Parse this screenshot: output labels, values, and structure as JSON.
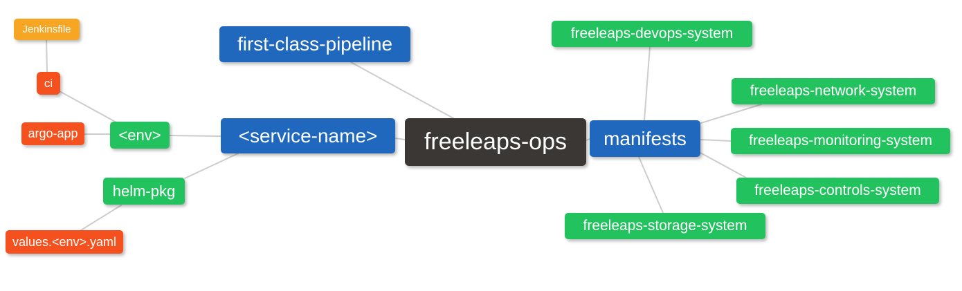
{
  "diagram": {
    "title": "freeleaps-ops mind map",
    "background": "#ffffff",
    "edge_color": "#cdcdcd",
    "palette": {
      "root": "#3b3735",
      "branch": "#2067be",
      "leaf": "#22c35f",
      "alert": "#f4511e",
      "file": "#f6a623",
      "text": "#ffffff"
    },
    "nodes": {
      "jenkinsfile": {
        "label": "Jenkinsfile",
        "kind": "file"
      },
      "ci": {
        "label": "ci",
        "kind": "alert"
      },
      "argo_app": {
        "label": "argo-app",
        "kind": "alert"
      },
      "env": {
        "label": "<env>",
        "kind": "leaf"
      },
      "helm_pkg": {
        "label": "helm-pkg",
        "kind": "leaf"
      },
      "values_env_yaml": {
        "label": "values.<env>.yaml",
        "kind": "alert"
      },
      "first_class_pipeline": {
        "label": "first-class-pipeline",
        "kind": "branch"
      },
      "service_name": {
        "label": "<service-name>",
        "kind": "branch"
      },
      "freeleaps_ops": {
        "label": "freeleaps-ops",
        "kind": "root"
      },
      "manifests": {
        "label": "manifests",
        "kind": "branch"
      },
      "devops_system": {
        "label": "freeleaps-devops-system",
        "kind": "leaf"
      },
      "network_system": {
        "label": "freeleaps-network-system",
        "kind": "leaf"
      },
      "monitoring_system": {
        "label": "freeleaps-monitoring-system",
        "kind": "leaf"
      },
      "controls_system": {
        "label": "freeleaps-controls-system",
        "kind": "leaf"
      },
      "storage_system": {
        "label": "freeleaps-storage-system",
        "kind": "leaf"
      }
    },
    "edges": [
      {
        "from": "jenkinsfile",
        "to": "ci"
      },
      {
        "from": "ci",
        "to": "env"
      },
      {
        "from": "argo_app",
        "to": "env"
      },
      {
        "from": "env",
        "to": "service_name"
      },
      {
        "from": "helm_pkg",
        "to": "service_name"
      },
      {
        "from": "values_env_yaml",
        "to": "helm_pkg"
      },
      {
        "from": "first_class_pipeline",
        "to": "freeleaps_ops"
      },
      {
        "from": "service_name",
        "to": "freeleaps_ops"
      },
      {
        "from": "freeleaps_ops",
        "to": "manifests"
      },
      {
        "from": "manifests",
        "to": "devops_system"
      },
      {
        "from": "manifests",
        "to": "network_system"
      },
      {
        "from": "manifests",
        "to": "monitoring_system"
      },
      {
        "from": "manifests",
        "to": "controls_system"
      },
      {
        "from": "manifests",
        "to": "storage_system"
      }
    ]
  }
}
